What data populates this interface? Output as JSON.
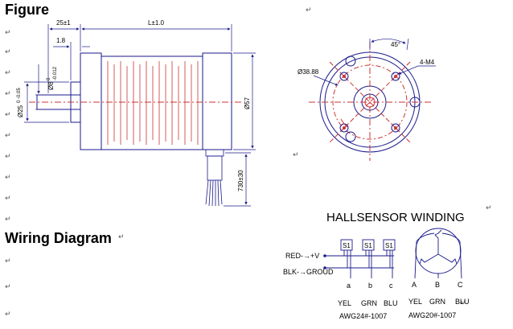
{
  "headings": {
    "figure": "Figure",
    "wiring": "Wiring Diagram",
    "hallsensor": "HALLSENSOR WINDING"
  },
  "paragraph_mark": "↵",
  "side_view": {
    "dim_flange": "25±1",
    "dim_length": "L±1.0",
    "dim_step": "1.8",
    "dim_shaft_main": "Ø8",
    "dim_shaft_tol_upper": "0",
    "dim_shaft_tol_lower": "-0.012",
    "dim_boss_main": "Ø25",
    "dim_boss_tol": "0 -0.05",
    "dim_body": "Ø57",
    "dim_lead": "730±30"
  },
  "front_view": {
    "angle": "45°",
    "holes": "4-M4",
    "pcd": "Ø38.88"
  },
  "wiring": {
    "red_label": "RED-→+V",
    "blk_label": "BLK-→GROUD",
    "sensor_label": "S1",
    "phase_letters": [
      "a",
      "b",
      "c"
    ],
    "winding_letters": [
      "A",
      "B",
      "C"
    ],
    "sensor_colors": [
      "YEL",
      "GRN",
      "BLU"
    ],
    "winding_colors": [
      "YEL",
      "GRN",
      "BLU"
    ],
    "sensor_wire": "AWG24#-1007",
    "winding_wire": "AWG20#-1007"
  },
  "colors": {
    "line": "#1a1a8c",
    "body_hatch": "#cc3333",
    "center_line": "#cc3333",
    "hole_fill": "#cc3333"
  }
}
